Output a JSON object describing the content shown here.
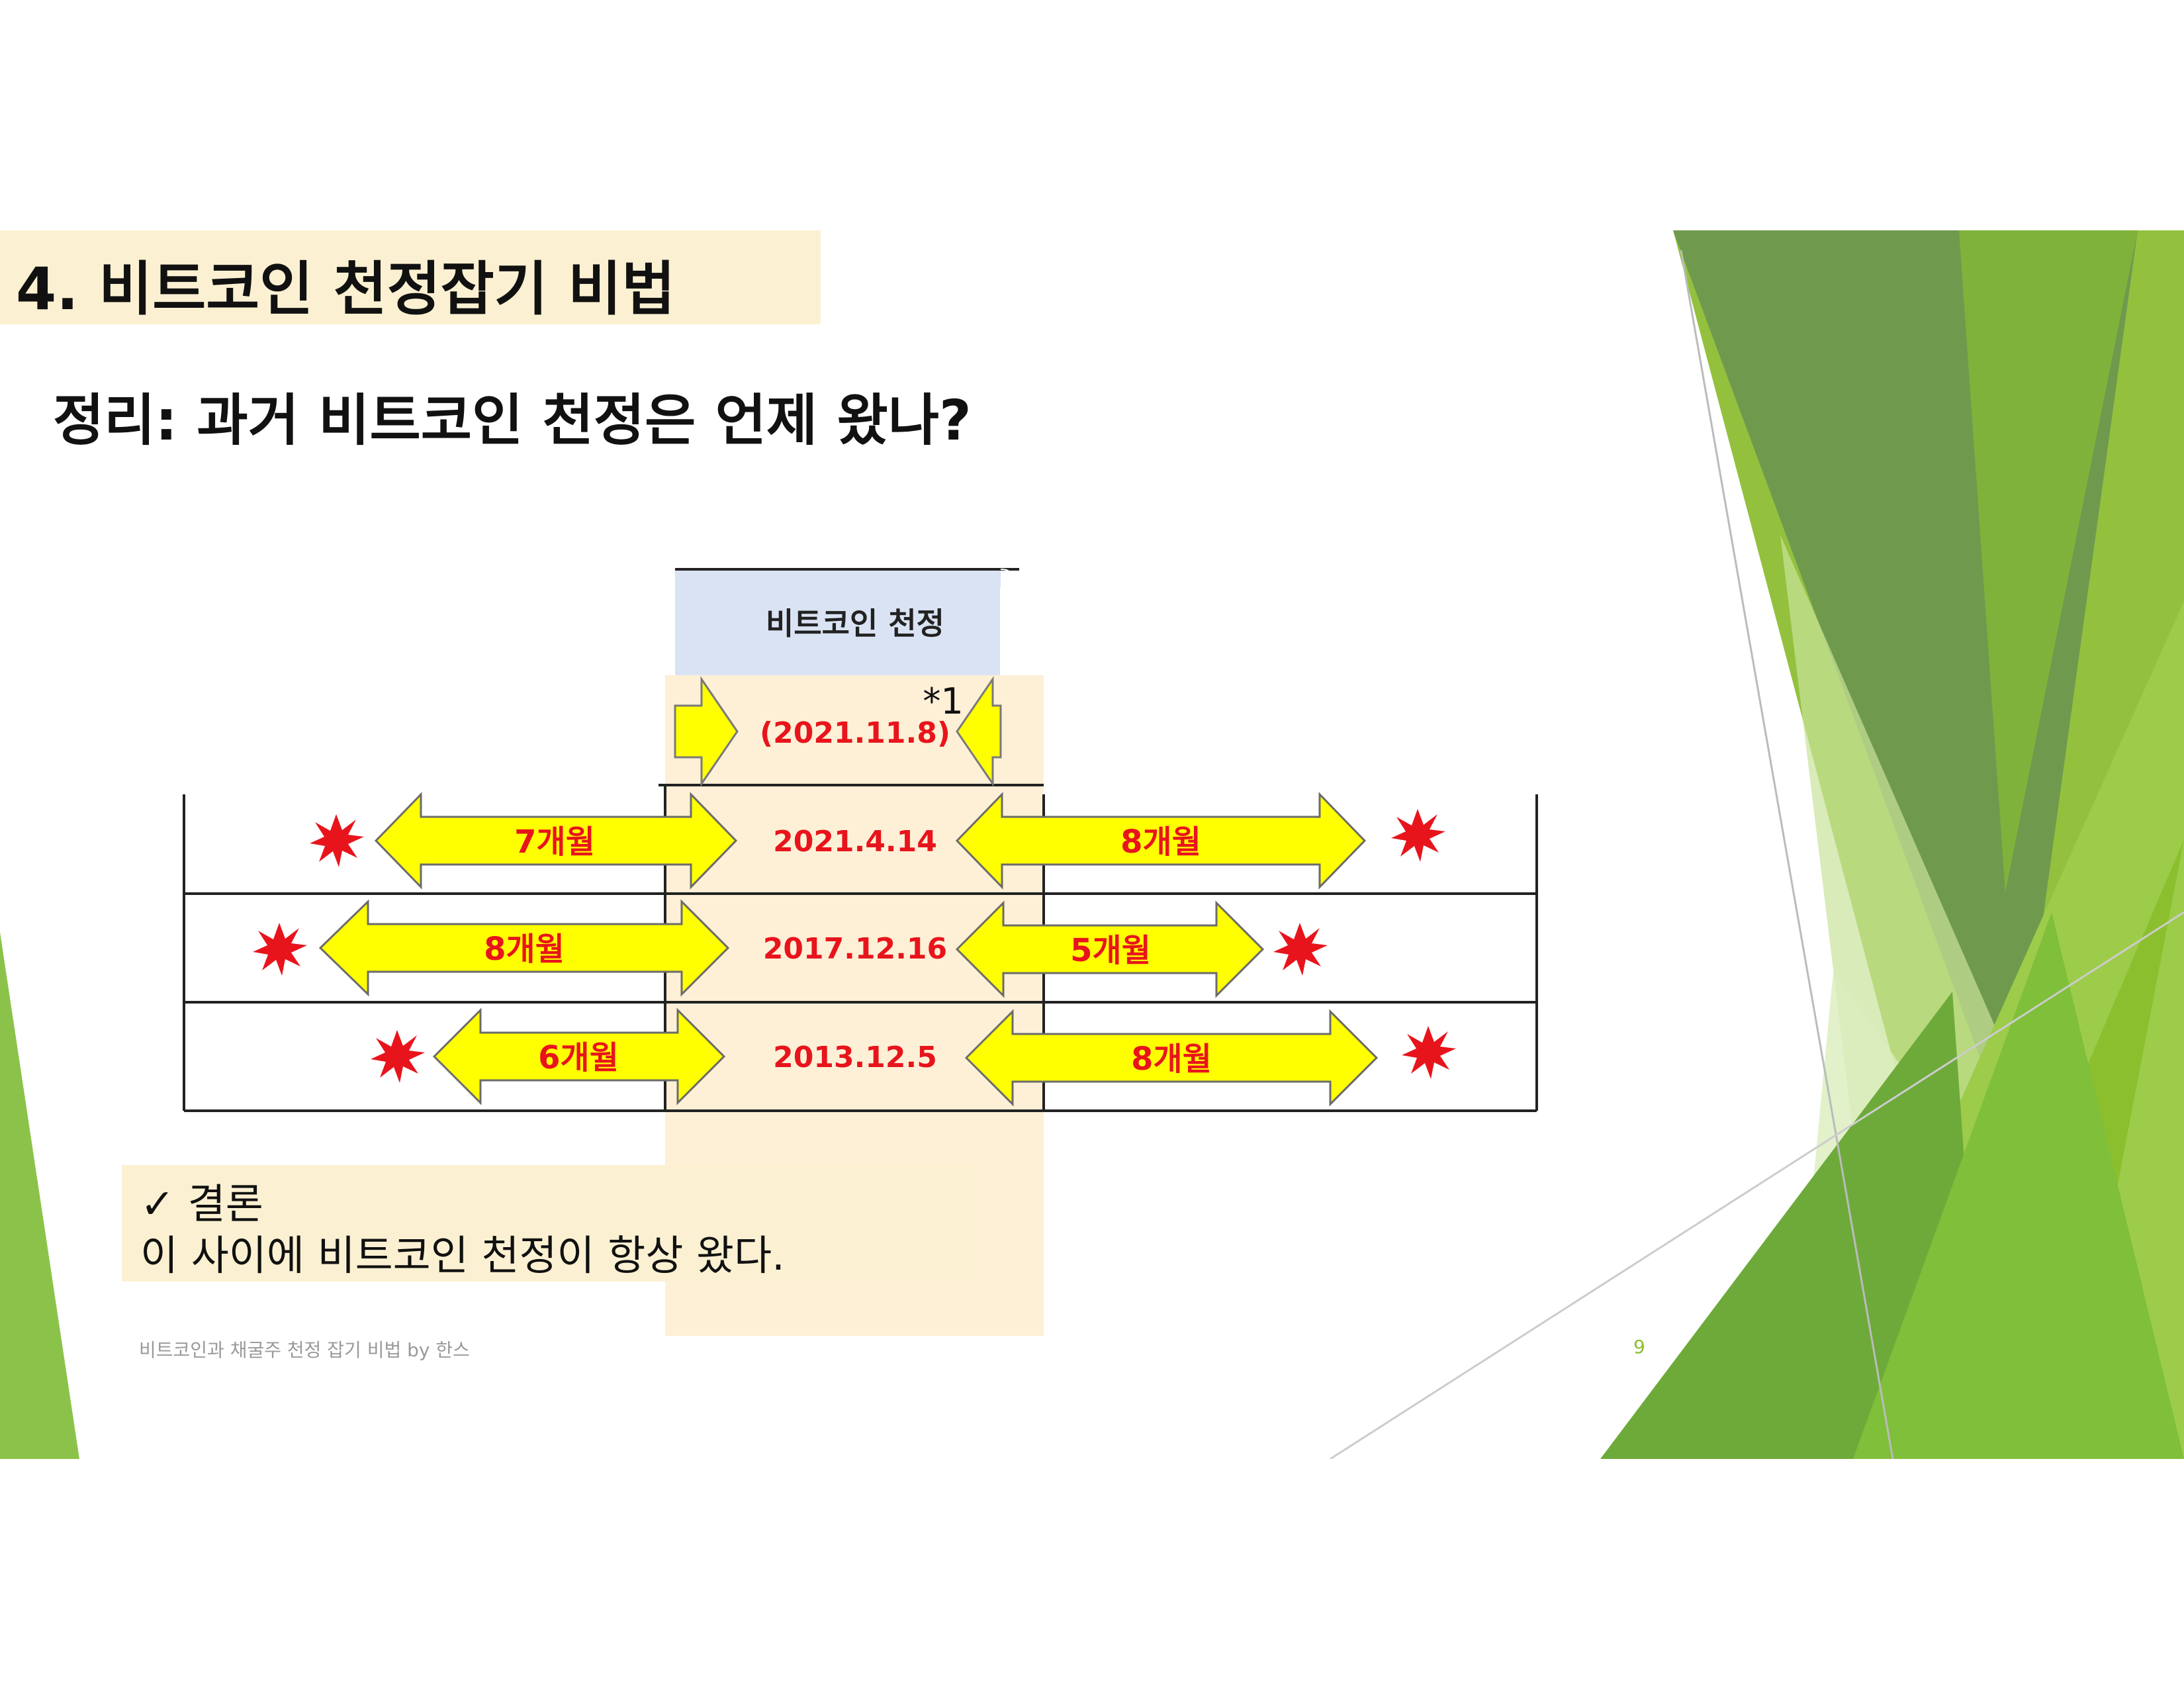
{
  "slide": {
    "title": "4. 비트코인 천정잡기 비법",
    "subtitle": "정리: 과거 비트코인 천정은 언제 왔나?",
    "table": {
      "header": "비트코인 천정",
      "footnote_mark": "*1",
      "rows": [
        {
          "date": "(2021.11.8)",
          "left_label": "",
          "right_label": ""
        },
        {
          "date": "2021.4.14",
          "left_label": "7개월",
          "right_label": "8개월"
        },
        {
          "date": "2017.12.16",
          "left_label": "8개월",
          "right_label": "5개월"
        },
        {
          "date": "2013.12.5",
          "left_label": "6개월",
          "right_label": "8개월"
        }
      ]
    },
    "conclusion": {
      "check_icon": "check-icon",
      "heading": "결론",
      "text": "이 사이에 비트코인 천정이 항상 왔다."
    },
    "footer": "비트코인과 채굴주 천정 잡기 비법 by 한스",
    "page_number": "9"
  },
  "colors": {
    "title_bg": "#fbf1d2",
    "header_bg": "#dae3f3",
    "column_bg": "#fdf0d6",
    "arrow_fill": "#ffff00",
    "label_red": "#e8141c",
    "accent_green": "#8bbf2e"
  }
}
